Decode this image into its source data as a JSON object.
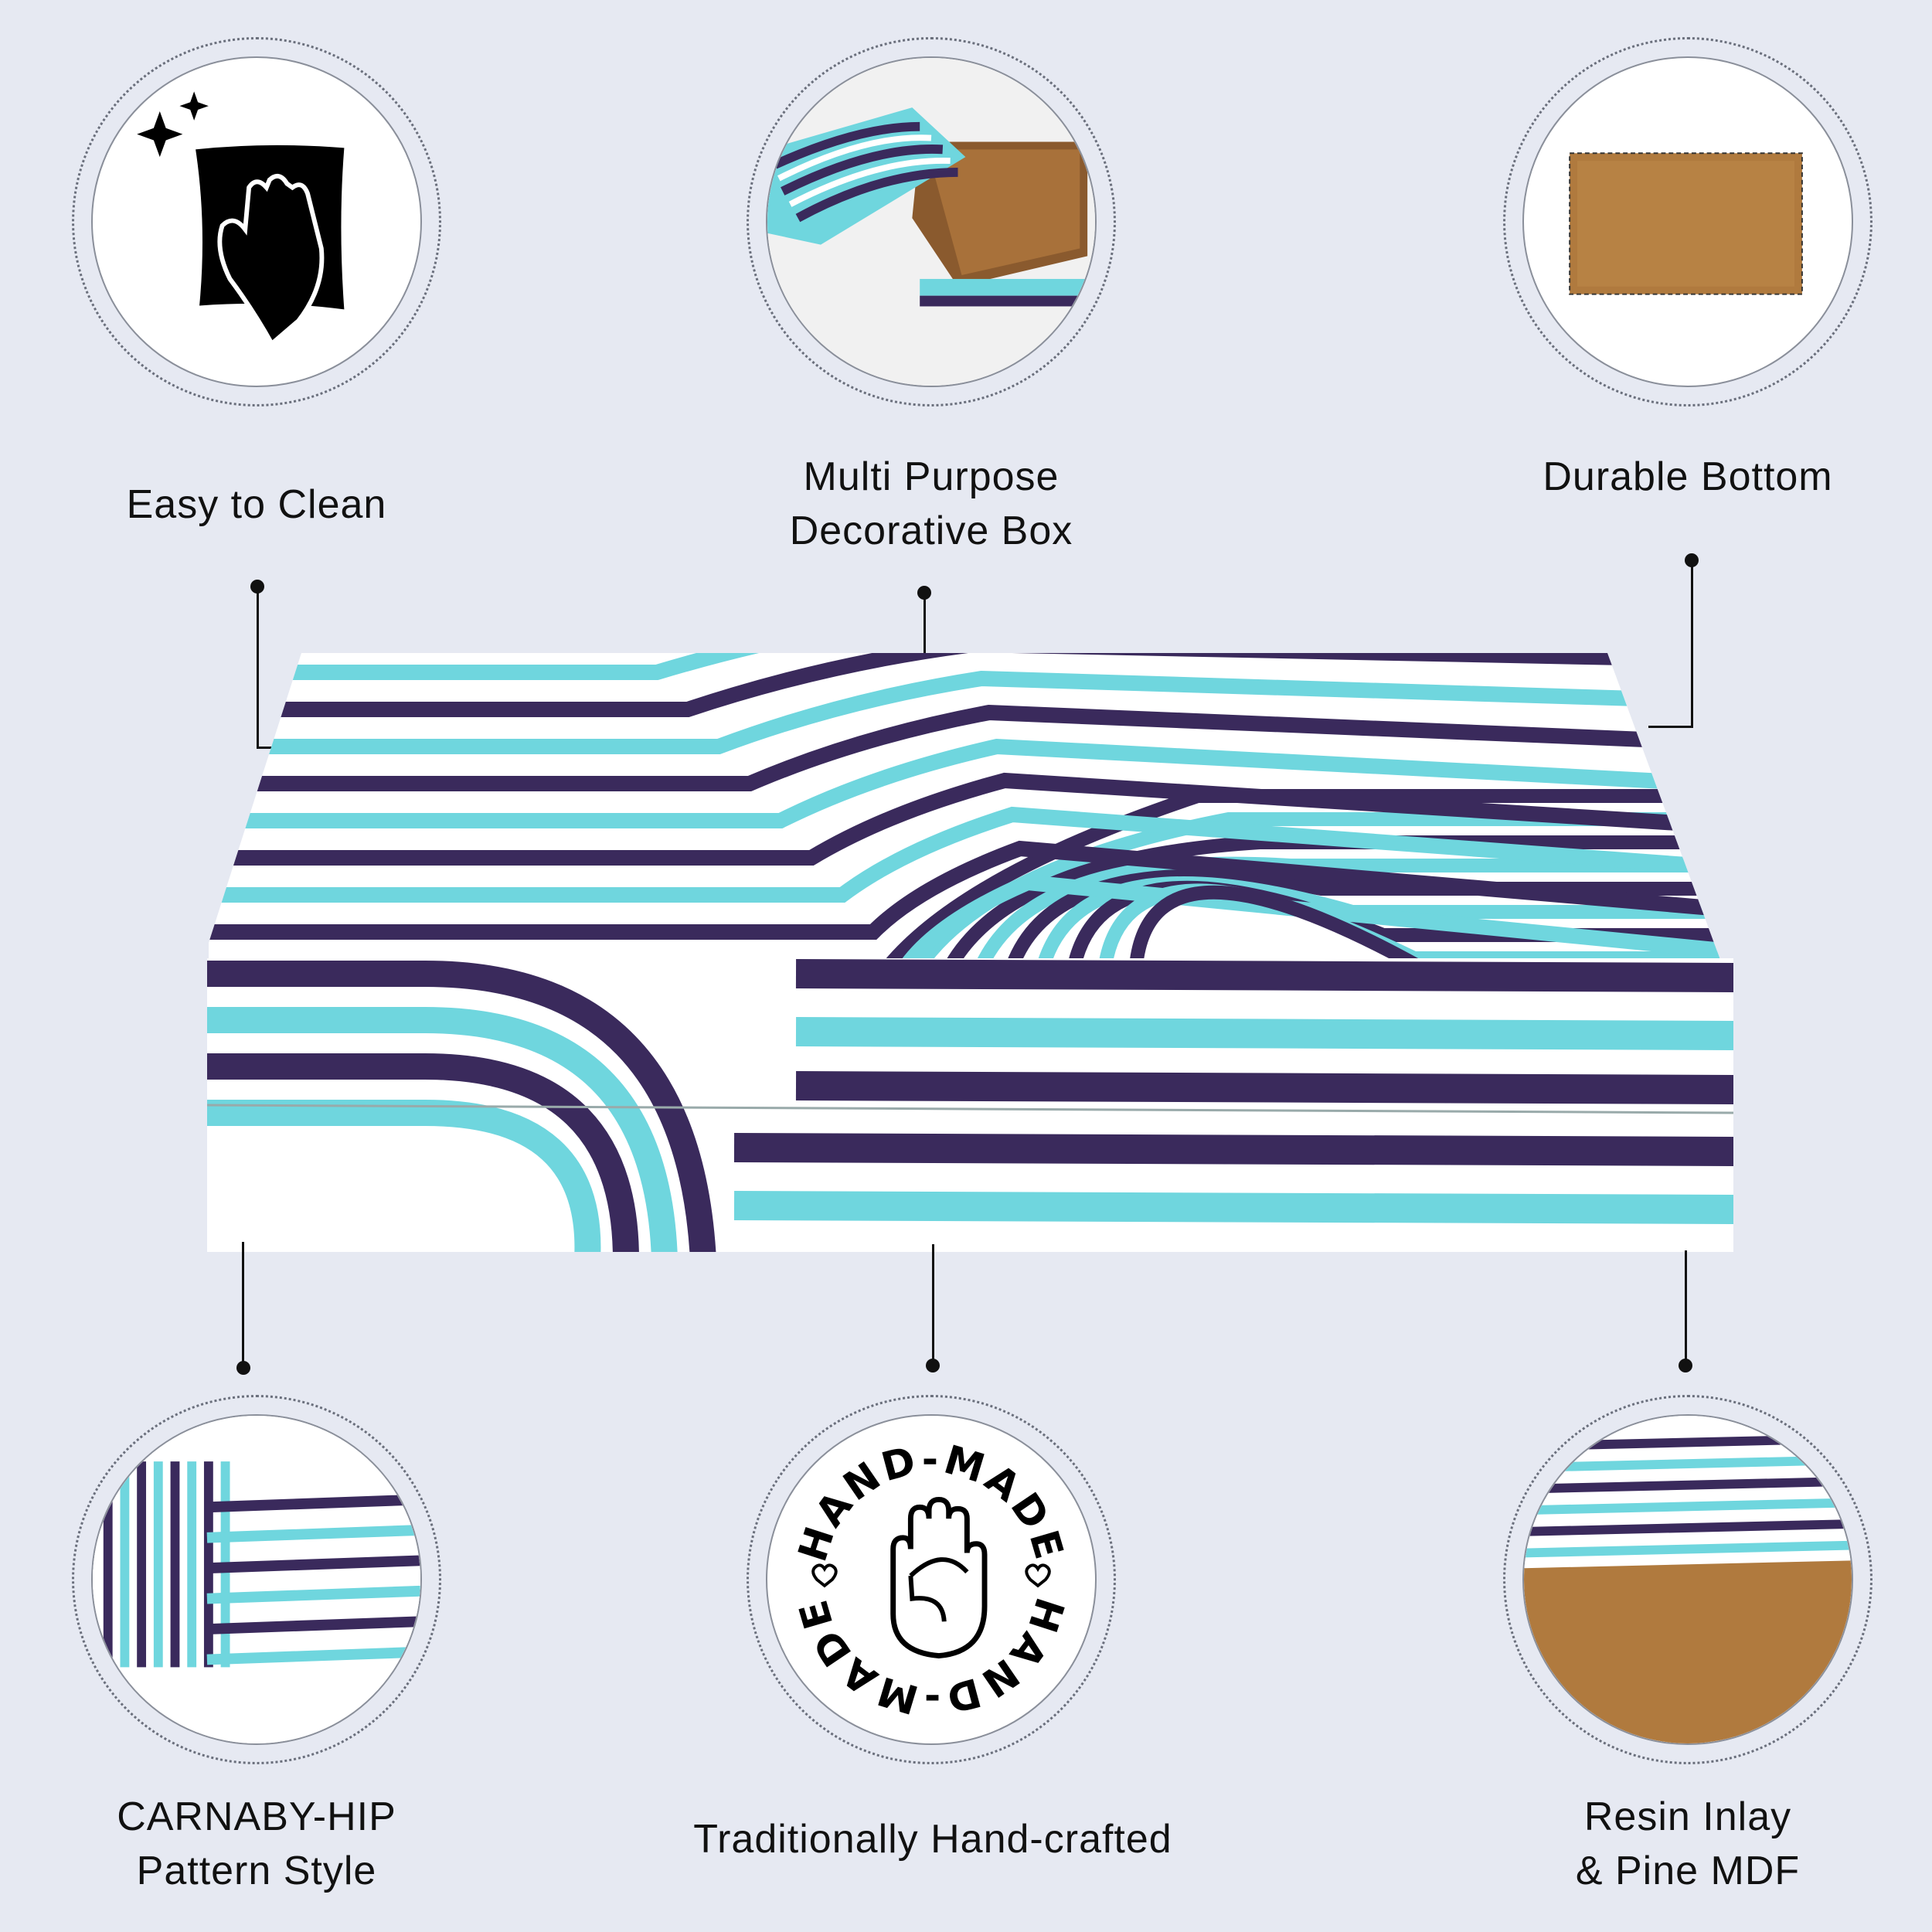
{
  "features": [
    {
      "id": "easy-to-clean",
      "lines": [
        "Easy to Clean"
      ],
      "icon": "cleaning-cloth-hand-icon"
    },
    {
      "id": "multi-purpose",
      "lines": [
        "Multi Purpose",
        "Decorative Box"
      ],
      "icon": "open-box-photo"
    },
    {
      "id": "durable-bottom",
      "lines": [
        "Durable Bottom"
      ],
      "icon": "wooden-bottom-photo"
    },
    {
      "id": "pattern-style",
      "lines": [
        "CARNABY-HIP",
        "Pattern Style"
      ],
      "icon": "pattern-closeup-photo"
    },
    {
      "id": "hand-crafted",
      "lines": [
        "Traditionally Hand-crafted"
      ],
      "icon": "hand-made-badge-icon",
      "badge_text": "HAND-MADE"
    },
    {
      "id": "materials",
      "lines": [
        "Resin Inlay",
        "& Pine MDF"
      ],
      "icon": "materials-closeup-photo"
    }
  ],
  "colors": {
    "background": "#e6e9f2",
    "purple": "#3a2a5c",
    "turquoise": "#6fd6de",
    "white": "#ffffff",
    "wood": "#b07a3e"
  }
}
